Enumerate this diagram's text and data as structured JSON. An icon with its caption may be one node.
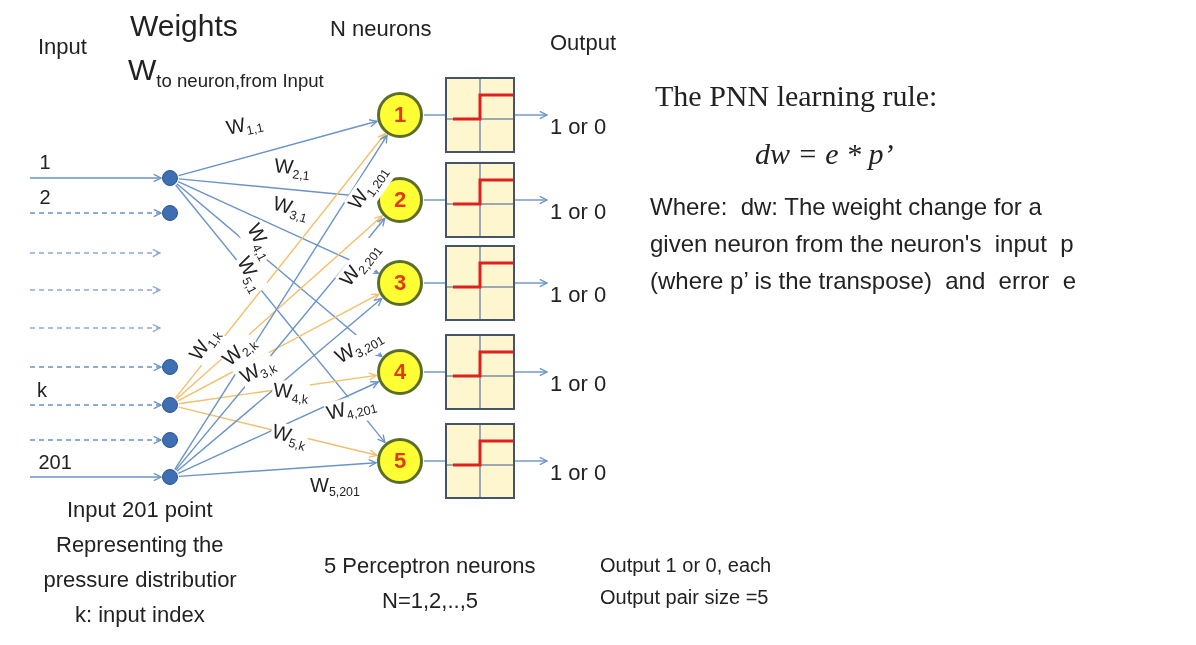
{
  "diagram": {
    "nodes": [
      {
        "text": [],
        "shape": "circle"
      },
      {
        "text": [],
        "shape": "circle"
      },
      {
        "text": [],
        "shape": "circle"
      },
      {
        "text": [],
        "shape": "circle"
      },
      {
        "text": [],
        "shape": "circle"
      },
      {
        "text": [],
        "shape": "circle"
      },
      {
        "text": [
          "1"
        ]
      },
      {
        "text": [
          "2"
        ]
      },
      {
        "text": [
          "3"
        ]
      },
      {
        "text": [
          "4"
        ]
      },
      {
        "text": [
          "5"
        ]
      },
      {
        "text": [],
        "shape": "picture"
      },
      {
        "text": [],
        "shape": "picture"
      },
      {
        "text": [],
        "shape": "picture"
      },
      {
        "text": [],
        "shape": "picture"
      },
      {
        "text": [],
        "shape": "picture"
      },
      {
        "text": [
          "1 or 0"
        ]
      },
      {
        "text": [
          "1 or 0"
        ]
      },
      {
        "text": [
          "1 or 0"
        ]
      },
      {
        "text": [
          "1 or 0"
        ]
      },
      {
        "text": [
          "1 or 0"
        ]
      }
    ],
    "edges": [
      {
        "from": null,
        "to": 0,
        "arrow": "to",
        "label": "1"
      },
      {
        "from": null,
        "to": 1,
        "arrow": "to",
        "label": "2",
        "style": "dashed"
      },
      {
        "from": null,
        "to": 2,
        "arrow": "to",
        "style": "dashed"
      },
      {
        "from": null,
        "to": 3,
        "arrow": "to",
        "label": "k",
        "style": "dashed"
      },
      {
        "from": null,
        "to": 4,
        "arrow": "to",
        "style": "dashed"
      },
      {
        "from": null,
        "to": 5,
        "arrow": "to",
        "label": "201"
      },
      {
        "from": 0,
        "to": 6,
        "arrow": "to",
        "label": "W$_{1,1}$"
      },
      {
        "from": 0,
        "to": 7,
        "arrow": "to",
        "label": "W$_{2,1}$"
      },
      {
        "from": 0,
        "to": 8,
        "arrow": "to",
        "label": "W$_{3,1}$"
      },
      {
        "from": 0,
        "to": 9,
        "arrow": "to",
        "label": "W$_{4,1}$"
      },
      {
        "from": 0,
        "to": 10,
        "arrow": "to",
        "label": "W$_{5,1}$"
      },
      {
        "from": 3,
        "to": 6,
        "arrow": "to",
        "label": "W$_{1,k}$",
        "color": "#f2bf6a"
      },
      {
        "from": 3,
        "to": 7,
        "arrow": "to",
        "label": "W$_{2,k}$",
        "color": "#f2bf6a"
      },
      {
        "from": 3,
        "to": 8,
        "arrow": "to",
        "label": "W$_{3,k}$",
        "color": "#f2bf6a"
      },
      {
        "from": 3,
        "to": 9,
        "arrow": "to",
        "label": "W$_{4,k}$",
        "color": "#f2bf6a"
      },
      {
        "from": 3,
        "to": 10,
        "arrow": "to",
        "label": "W$_{5,k}$",
        "color": "#f2bf6a"
      },
      {
        "from": 5,
        "to": 6,
        "arrow": "to",
        "label": "W$_{1,201}$"
      },
      {
        "from": 5,
        "to": 7,
        "arrow": "to",
        "label": "W$_{2,201}$"
      },
      {
        "from": 5,
        "to": 8,
        "arrow": "to",
        "label": "W$_{3,201}$"
      },
      {
        "from": 5,
        "to": 9,
        "arrow": "to",
        "label": "W$_{4,201}$"
      },
      {
        "from": 5,
        "to": 10,
        "arrow": "to",
        "label": "W$_{5,201}$"
      },
      {
        "from": 6,
        "to": 11,
        "arrow": "none"
      },
      {
        "from": 7,
        "to": 12,
        "arrow": "none"
      },
      {
        "from": 8,
        "to": 13,
        "arrow": "none"
      },
      {
        "from": 9,
        "to": 14,
        "arrow": "none"
      },
      {
        "from": 10,
        "to": 15,
        "arrow": "none"
      },
      {
        "from": 11,
        "to": 16,
        "arrow": "to"
      },
      {
        "from": 12,
        "to": 17,
        "arrow": "to"
      },
      {
        "from": 13,
        "to": 18,
        "arrow": "to"
      },
      {
        "from": 14,
        "to": 19,
        "arrow": "to"
      },
      {
        "from": 15,
        "to": 20,
        "arrow": "to"
      }
    ],
    "labels": [
      "Weights",
      "N neurons",
      "Input",
      "Output",
      "W$_{to neuron,from Input}$",
      "The PNN learning rule:",
      "dw = e * p’",
      "Where:  dw: The weight change for a given neuron from the neuron's  input  p (where p’ is the transpose)  and  error  e",
      "Input 201 point",
      "Representing the",
      "pressure distributior",
      "k: input index",
      "5 Perceptron neurons",
      "N=1,2,..,5",
      "Output 1 or 0, each",
      "Output pair size =5"
    ]
  }
}
